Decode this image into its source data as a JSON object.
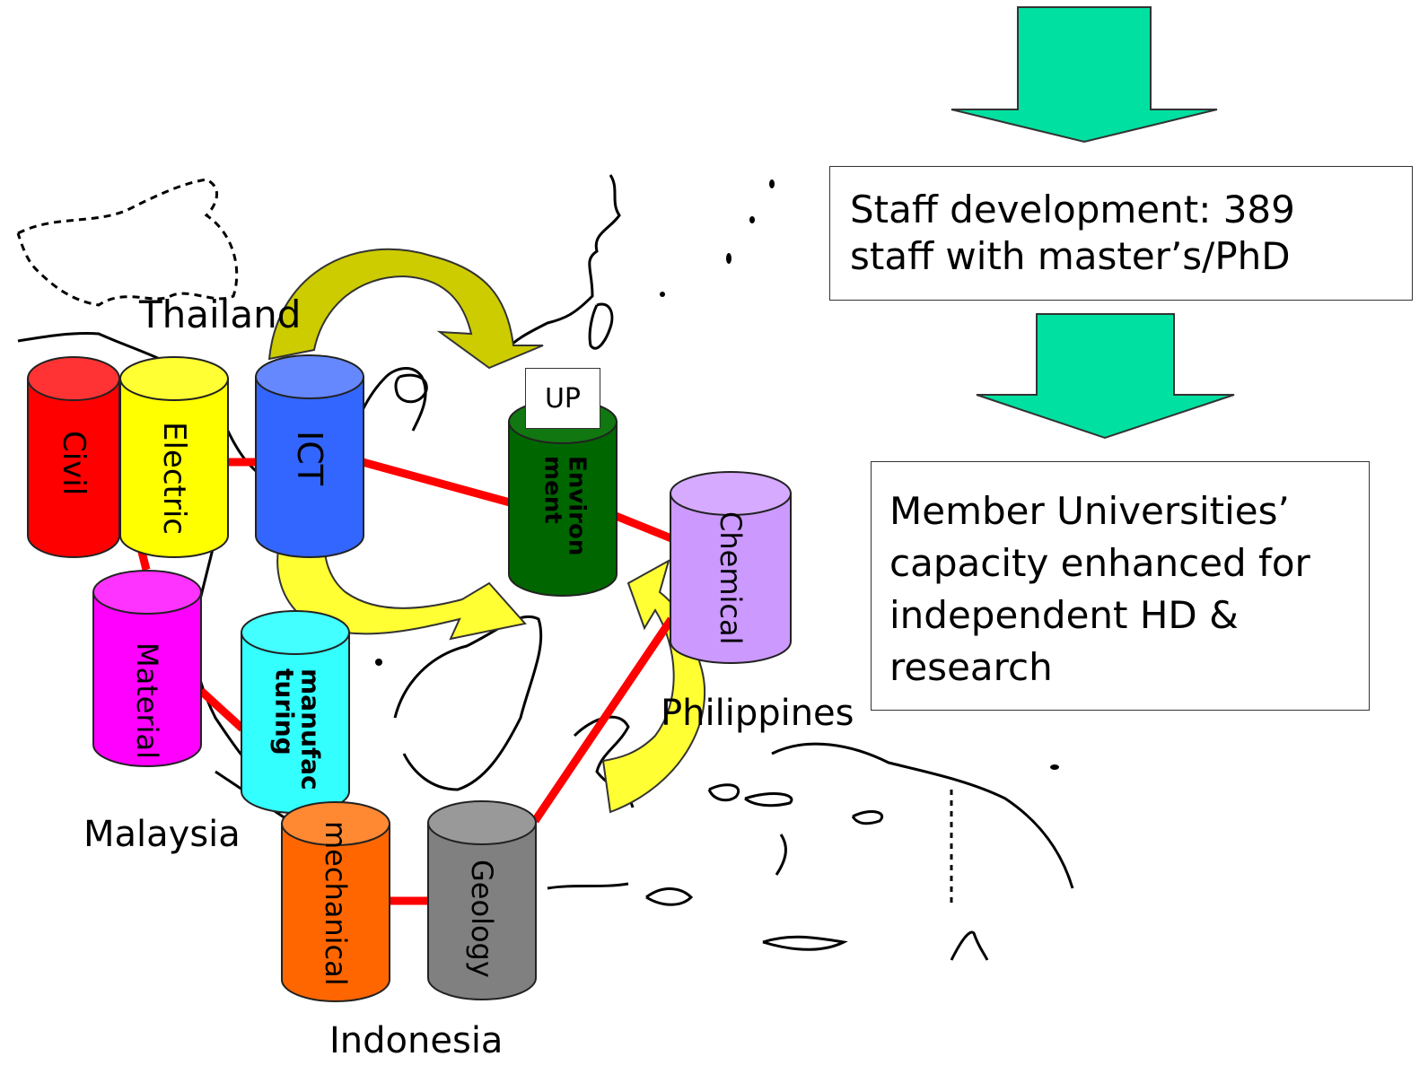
{
  "country_labels": {
    "thailand": "Thailand",
    "malaysia": "Malaysia",
    "indonesia": "Indonesia",
    "philippines": "Philippines"
  },
  "cylinders": {
    "civil": {
      "label": "Civil",
      "color": "#ff0000"
    },
    "electric": {
      "label": "Electric",
      "color": "#ffff00"
    },
    "ict": {
      "label": "ICT",
      "color": "#3366ff"
    },
    "environment": {
      "label": "Environ\nment",
      "color": "#006600"
    },
    "chemical": {
      "label": "Chemical",
      "color": "#cc99ff"
    },
    "material": {
      "label": "Material",
      "color": "#ff00ff"
    },
    "manufacturing": {
      "label": "manufac\nturing",
      "color": "#33ffff"
    },
    "mechanical": {
      "label": "mechanical",
      "color": "#ff6600"
    },
    "geology": {
      "label": "Geology",
      "color": "#808080"
    }
  },
  "up_tag": "UP",
  "staff_box": {
    "line1": "Staff development: 389",
    "line2": "staff with master’s/PhD"
  },
  "capacity_box": {
    "line1": "Member Universities’",
    "line2": "capacity enhanced for",
    "line3": "independent HD &",
    "line4": "research"
  },
  "colors": {
    "arrow_green": "#00e0a0",
    "link_red": "#ff0000",
    "curved_arrow_yellow": "#ffff33",
    "curved_arrow_olive": "#cccc00"
  }
}
